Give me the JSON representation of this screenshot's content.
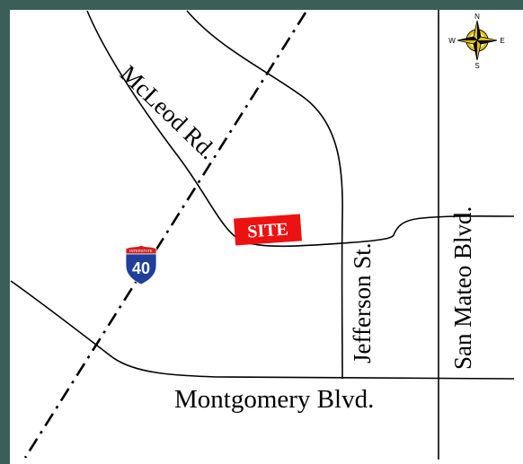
{
  "map": {
    "colors": {
      "border": "#3b5f58",
      "background": "#ffffff",
      "road": "#000000",
      "site": "#ee1111",
      "compass": "#e6c200",
      "shield_blue": "#1f3f9a",
      "shield_red": "#cc2222"
    },
    "labels": {
      "mcleod": "McLeod Rd.",
      "jefferson": "Jefferson St.",
      "san_mateo": "San Mateo Blvd.",
      "montgomery": "Montgomery Blvd."
    },
    "site": {
      "label": "SITE"
    },
    "interstate": {
      "top_text": "INTERSTATE",
      "number": "40",
      "icon": "interstate-shield-icon"
    },
    "compass": {
      "icon": "compass-rose-icon",
      "n": "N",
      "e": "E",
      "s": "S",
      "w": "W"
    }
  }
}
